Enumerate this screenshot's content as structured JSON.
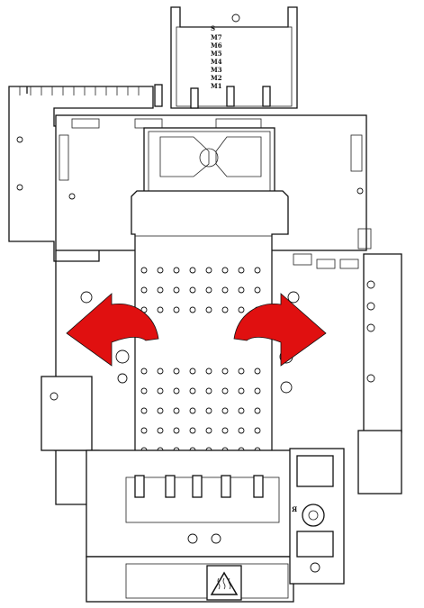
{
  "figure": {
    "motor_labels": [
      "S",
      "M7",
      "M6",
      "M5",
      "M4",
      "M3",
      "M2",
      "M1"
    ],
    "callout_letter": "Я",
    "icons": {
      "rotate_left": "rotate-arrow-left-icon",
      "rotate_right": "rotate-arrow-right-icon",
      "hot_surface": "hot-surface-warning-icon"
    },
    "colors": {
      "arrow": "#e01010",
      "line": "#111111",
      "fill": "#ffffff"
    }
  }
}
